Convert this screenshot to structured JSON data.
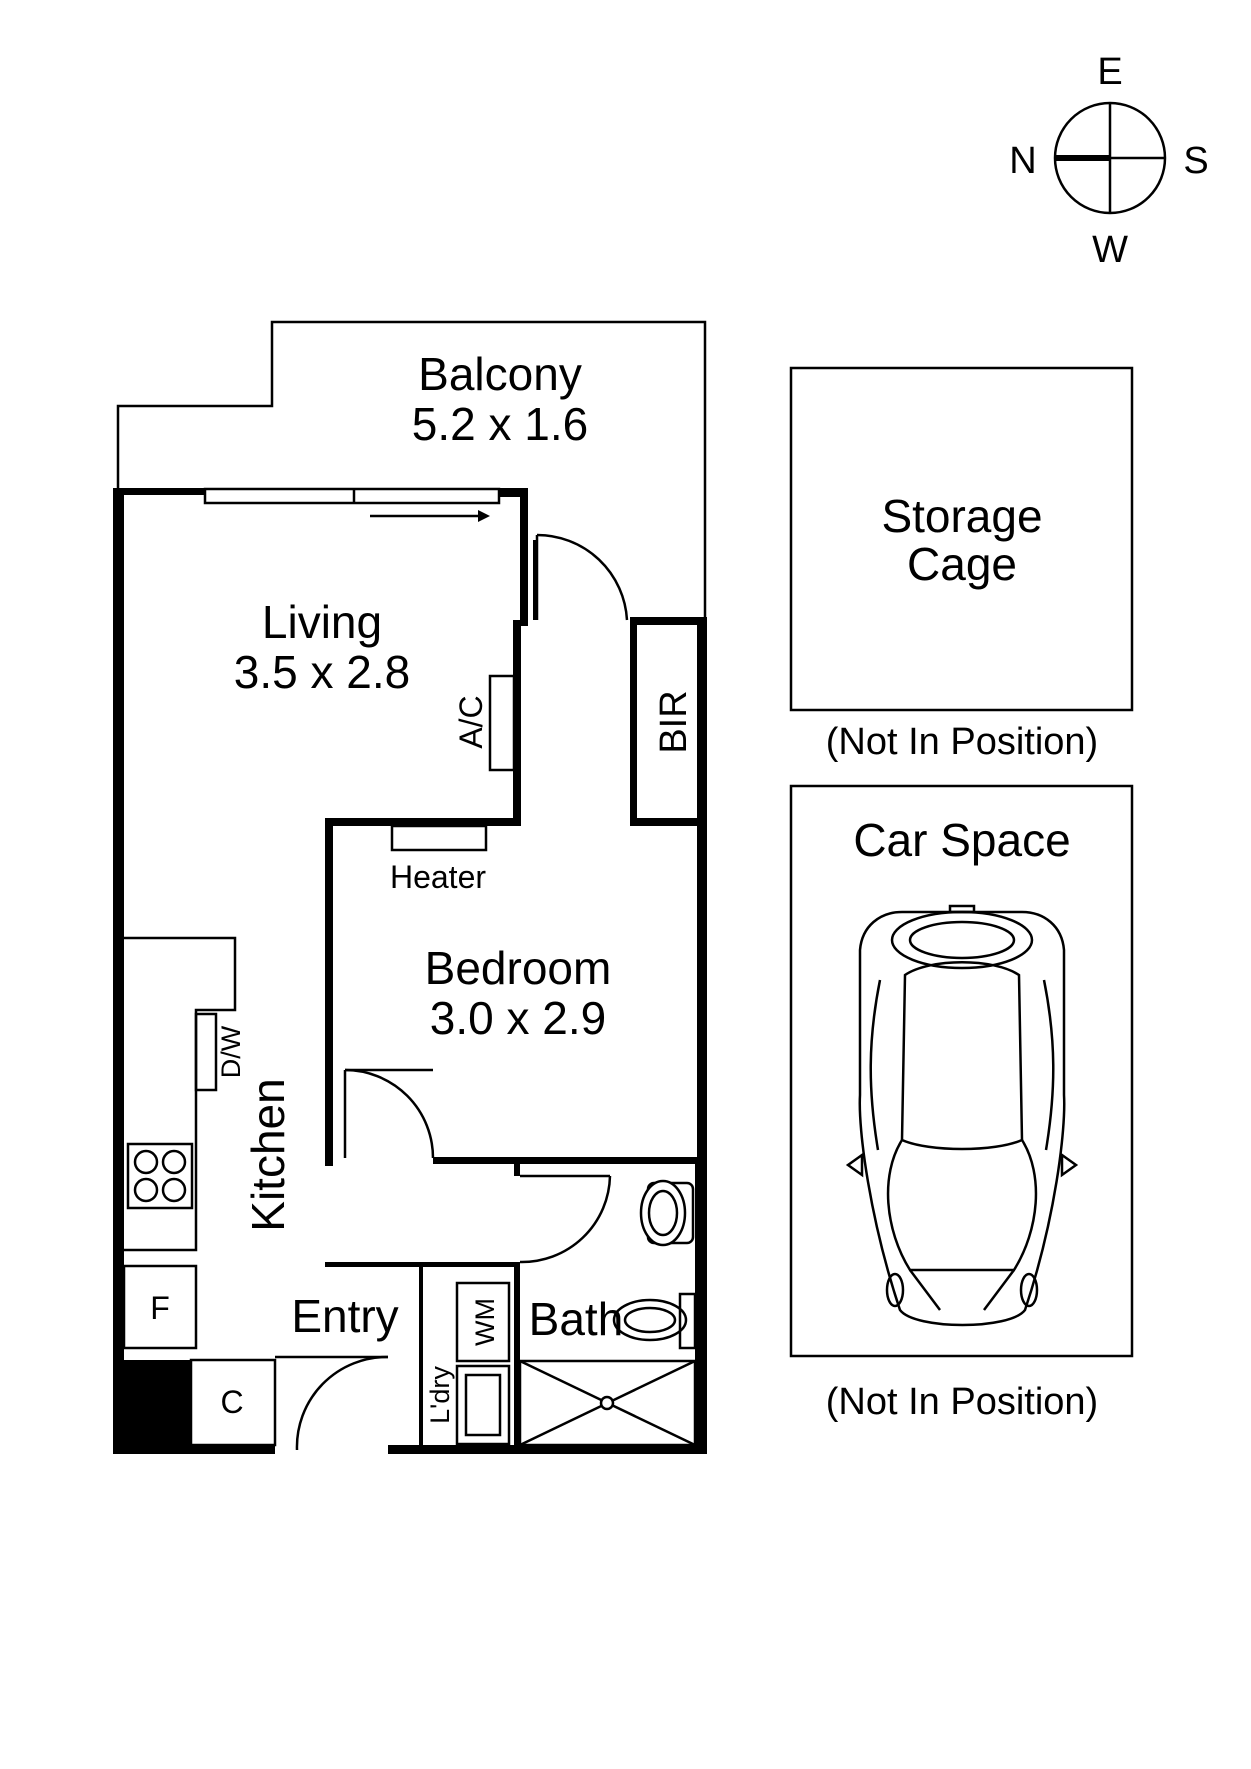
{
  "compass": {
    "north": "N",
    "east": "E",
    "south": "S",
    "west": "W"
  },
  "rooms": {
    "balcony": {
      "name": "Balcony",
      "size": "5.2 x 1.6"
    },
    "living": {
      "name": "Living",
      "size": "3.5 x 2.8"
    },
    "bedroom": {
      "name": "Bedroom",
      "size": "3.0 x 2.9"
    },
    "kitchen": {
      "name": "Kitchen"
    },
    "entry": {
      "name": "Entry"
    },
    "bath": {
      "name": "Bath"
    },
    "laundry": {
      "name": "L'dry"
    }
  },
  "fixtures": {
    "ac": "A/C",
    "bir": "BIR",
    "heater": "Heater",
    "dishwasher": "D/W",
    "fridge": "F",
    "cupboard": "C",
    "washing_machine": "WM"
  },
  "extras": {
    "storage": {
      "line1": "Storage",
      "line2": "Cage",
      "note": "(Not In Position)"
    },
    "car_space": {
      "name": "Car Space",
      "note": "(Not In Position)"
    }
  }
}
